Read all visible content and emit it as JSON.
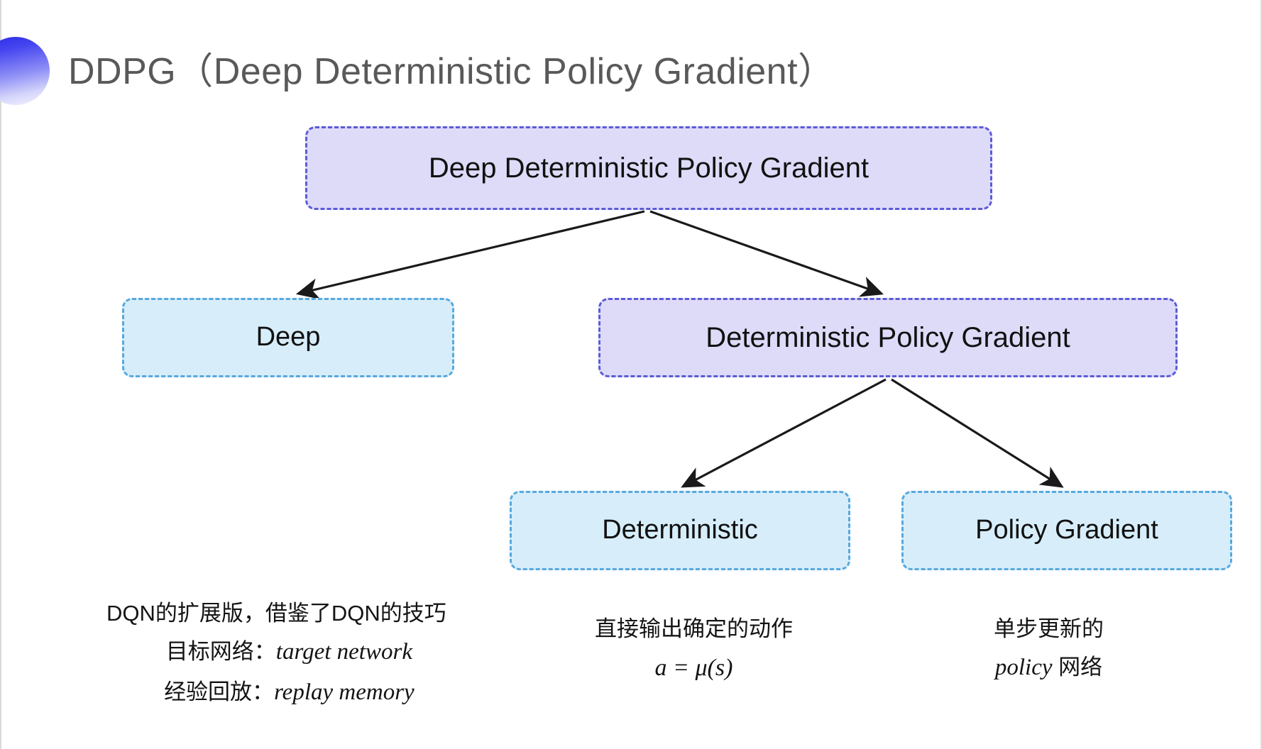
{
  "slide": {
    "title": "DDPG（Deep Deterministic Policy Gradient）",
    "background_color": "#ffffff"
  },
  "colors": {
    "title_text": "#595959",
    "decor_gradient_start": "#2a2ae8",
    "decor_gradient_end": "#f4f4fe",
    "purple_fill": "#dedbf9",
    "purple_border": "#5b5bd6",
    "cyan_fill": "#d7eefa",
    "cyan_border": "#58a8dd",
    "arrow": "#1a1a1a",
    "body_text": "#141414"
  },
  "diagram": {
    "type": "tree",
    "nodes": [
      {
        "id": "root",
        "label": "Deep Deterministic Policy Gradient",
        "style": "purple",
        "level": 0
      },
      {
        "id": "deep",
        "label": "Deep",
        "style": "cyan",
        "level": 1
      },
      {
        "id": "dpg",
        "label": "Deterministic Policy Gradient",
        "style": "purple",
        "level": 1
      },
      {
        "id": "deterministic",
        "label": "Deterministic",
        "style": "cyan",
        "level": 2
      },
      {
        "id": "policy_gradient",
        "label": "Policy Gradient",
        "style": "cyan",
        "level": 2
      }
    ],
    "edges": [
      {
        "from": "root",
        "to": "deep"
      },
      {
        "from": "root",
        "to": "dpg"
      },
      {
        "from": "dpg",
        "to": "deterministic"
      },
      {
        "from": "dpg",
        "to": "policy_gradient"
      }
    ]
  },
  "captions": {
    "left": {
      "line1": "DQN的扩展版，借鉴了DQN的技巧",
      "line2_label": "目标网络：",
      "line2_term": "target network",
      "line3_label": "经验回放：",
      "line3_term": "replay memory"
    },
    "middle": {
      "line1": "直接输出确定的动作",
      "formula": "a = μ(s)"
    },
    "right": {
      "line1": "单步更新的",
      "line2_term": "policy",
      "line2_suffix": " 网络"
    }
  }
}
